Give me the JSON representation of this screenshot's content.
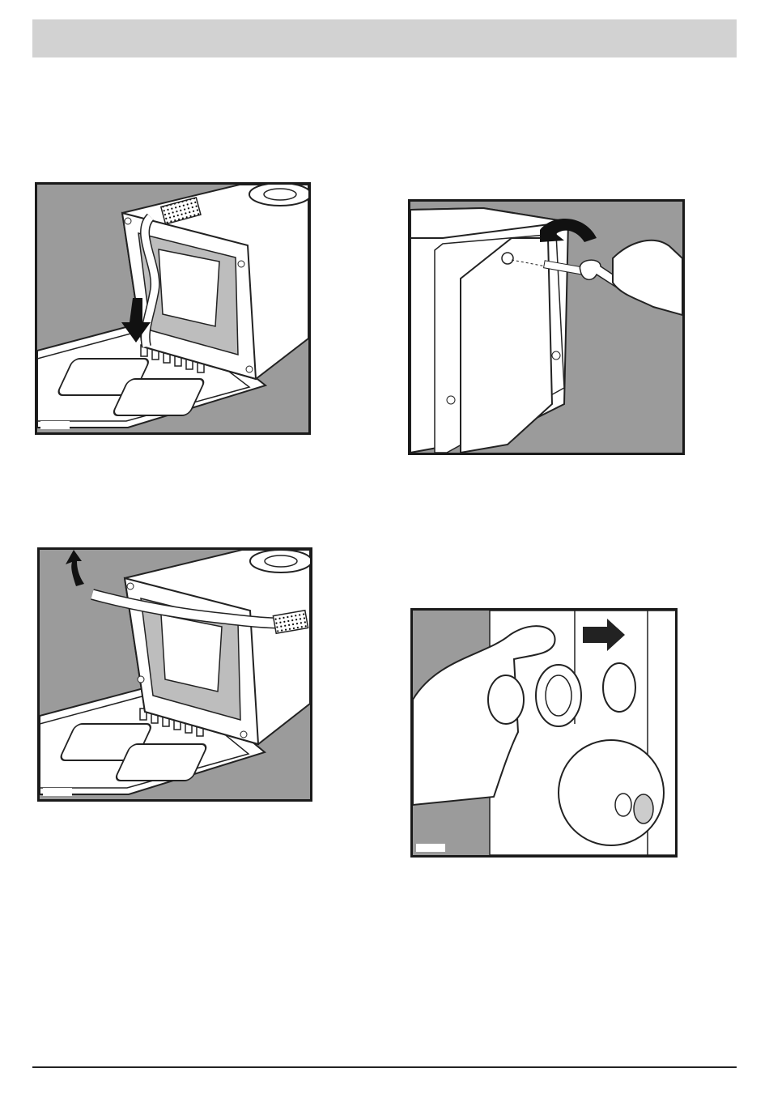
{
  "page": {},
  "figures": [
    {
      "id": "fig1",
      "icon": "packaging-strap-into-base-illustration",
      "arrow": "down"
    },
    {
      "id": "fig2",
      "icon": "transit-bolt-removal-with-spanner-illustration",
      "arrow": "curved-left"
    },
    {
      "id": "fig3",
      "icon": "packaging-strap-removal-illustration",
      "arrow": "curved-up"
    },
    {
      "id": "fig4",
      "icon": "hole-cover-cap-insertion-illustration",
      "arrow": "right"
    }
  ]
}
